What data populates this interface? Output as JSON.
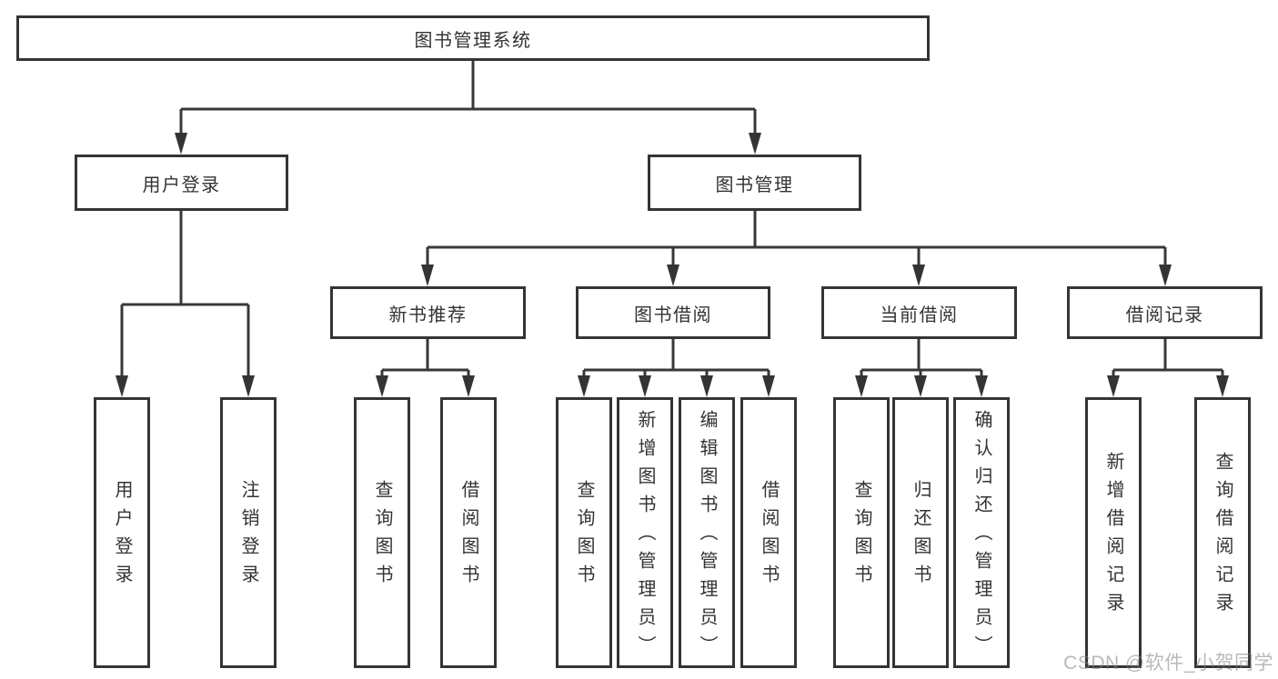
{
  "diagram": {
    "root": {
      "label": "图书管理系统"
    },
    "level2": [
      {
        "label": "用户登录"
      },
      {
        "label": "图书管理"
      }
    ],
    "level3": [
      {
        "label": "新书推荐"
      },
      {
        "label": "图书借阅"
      },
      {
        "label": "当前借阅"
      },
      {
        "label": "借阅记录"
      }
    ],
    "leaves": {
      "user_login": [
        {
          "label": "用户登录"
        },
        {
          "label": "注销登录"
        }
      ],
      "new_book": [
        {
          "label": "查询图书"
        },
        {
          "label": "借阅图书"
        }
      ],
      "book_borrow": [
        {
          "label": "查询图书"
        },
        {
          "label": "新增图书（管理员）"
        },
        {
          "label": "编辑图书（管理员）"
        },
        {
          "label": "借阅图书"
        }
      ],
      "current_borrow": [
        {
          "label": "查询图书"
        },
        {
          "label": "归还图书"
        },
        {
          "label": "确认归还（管理员）"
        }
      ],
      "borrow_record": [
        {
          "label": "新增借阅记录"
        },
        {
          "label": "查询借阅记录"
        }
      ]
    }
  },
  "watermark": {
    "text": "CSDN @软件_小贺同学"
  },
  "colors": {
    "line": "#383838",
    "text": "#333333",
    "background": "#ffffff",
    "watermark": "#b5b5b5"
  }
}
